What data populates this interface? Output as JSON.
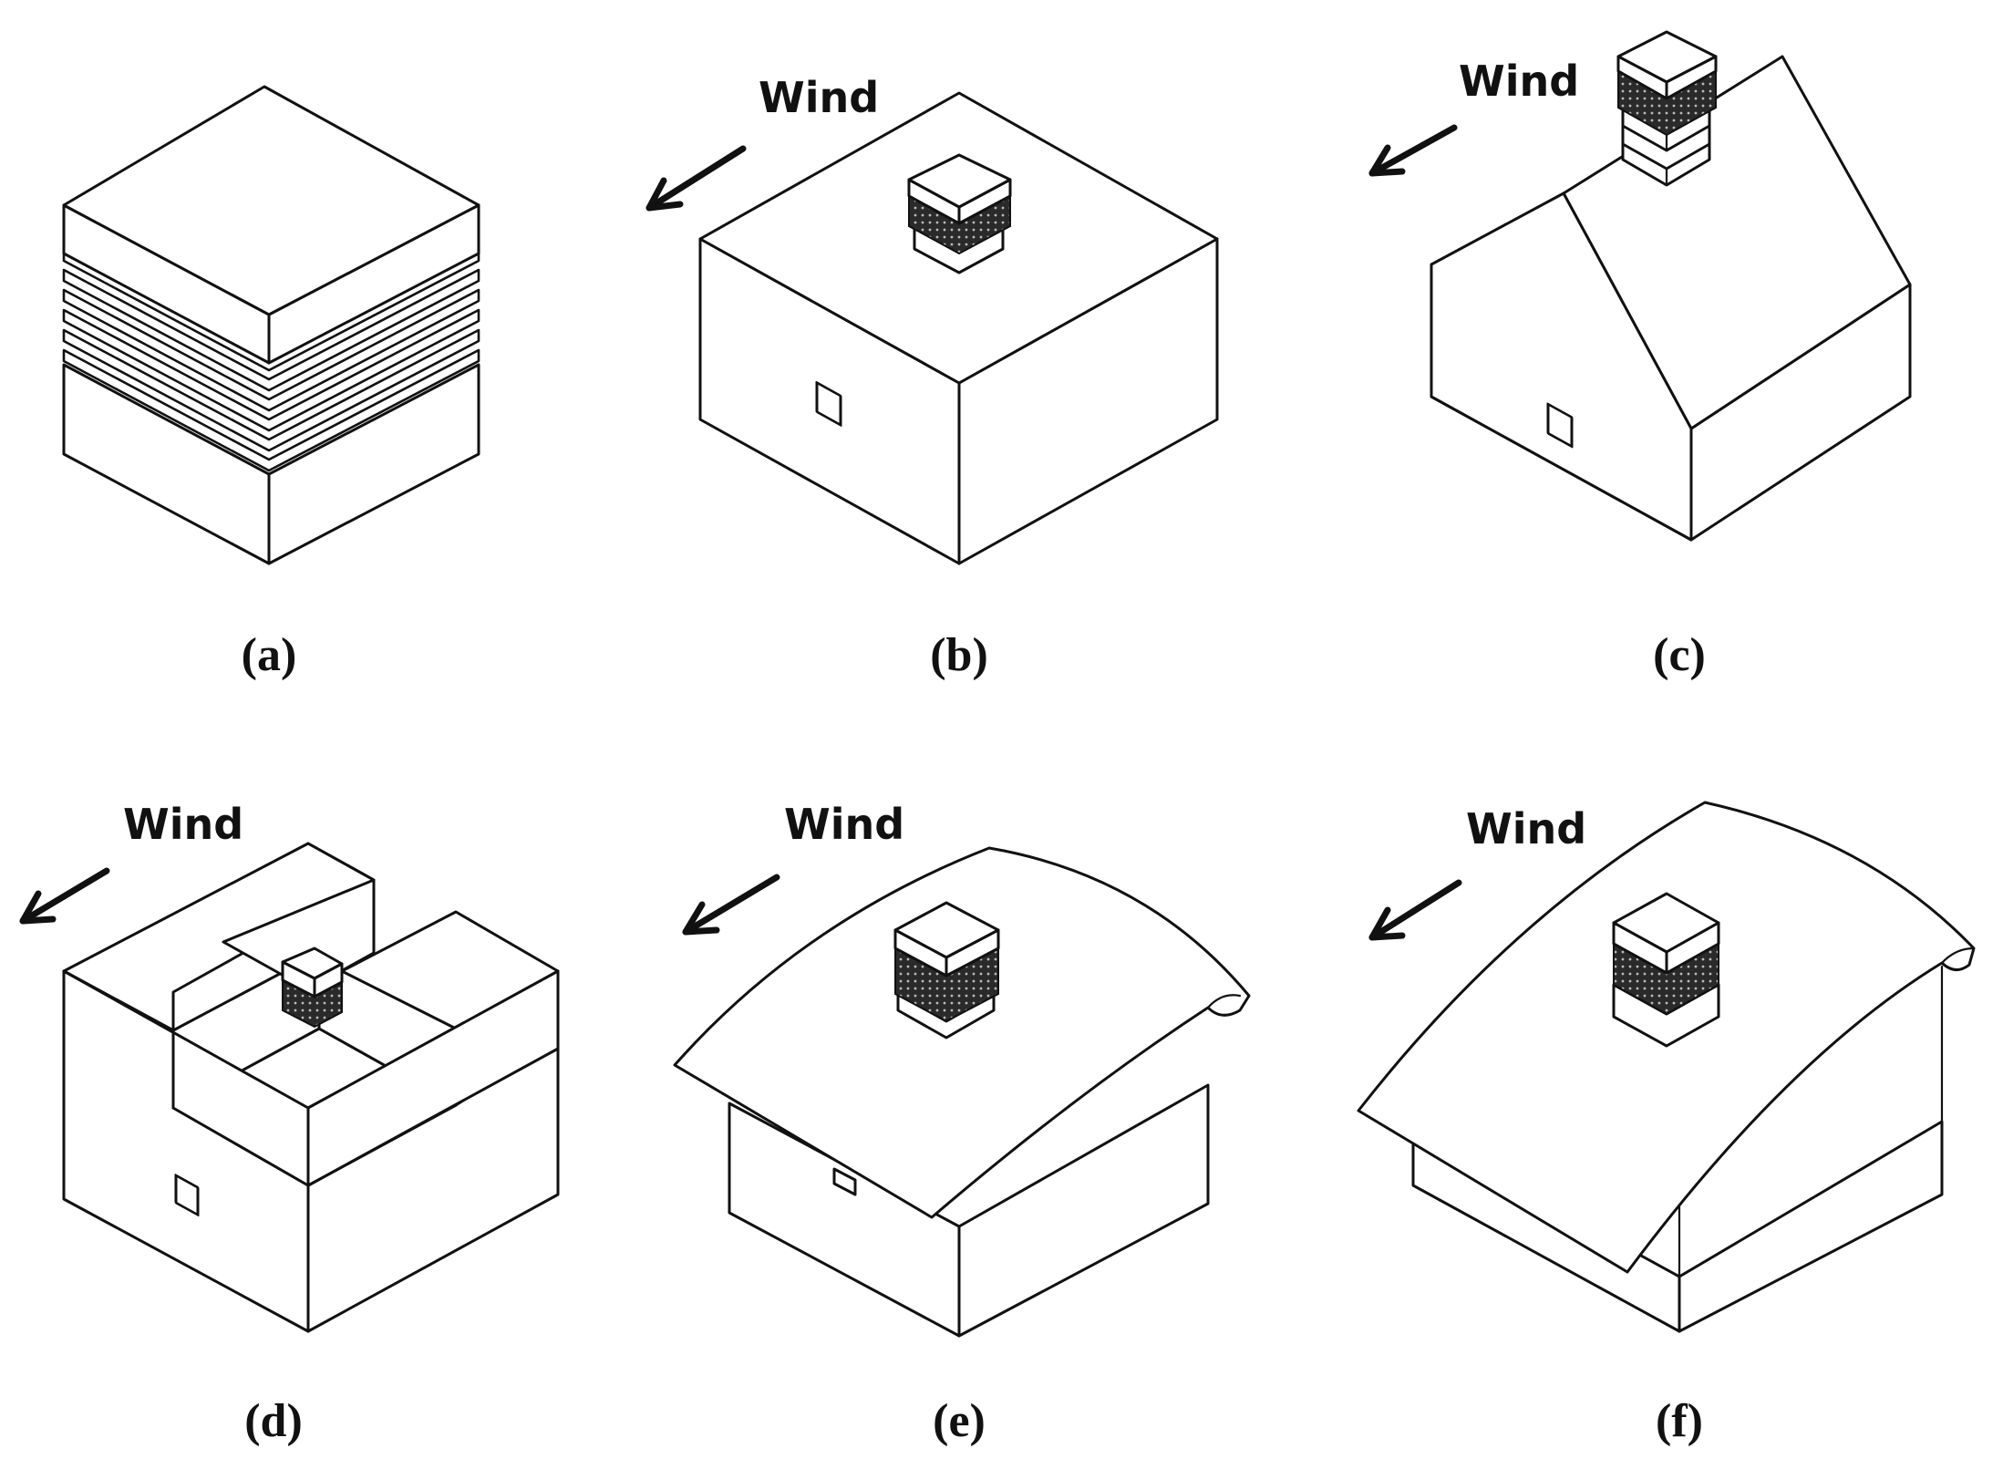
{
  "panels": [
    {
      "id": "a",
      "caption": "(a)"
    },
    {
      "id": "b",
      "caption": "(b)",
      "wind_label": "Wind"
    },
    {
      "id": "c",
      "caption": "(c)",
      "wind_label": "Wind"
    },
    {
      "id": "d",
      "caption": "(d)",
      "wind_label": "Wind"
    },
    {
      "id": "e",
      "caption": "(e)",
      "wind_label": "Wind"
    },
    {
      "id": "f",
      "caption": "(f)",
      "wind_label": "Wind"
    }
  ],
  "colors": {
    "line": "#111111",
    "background": "#ffffff"
  },
  "icons": {
    "wind": "wind-arrow-icon"
  }
}
